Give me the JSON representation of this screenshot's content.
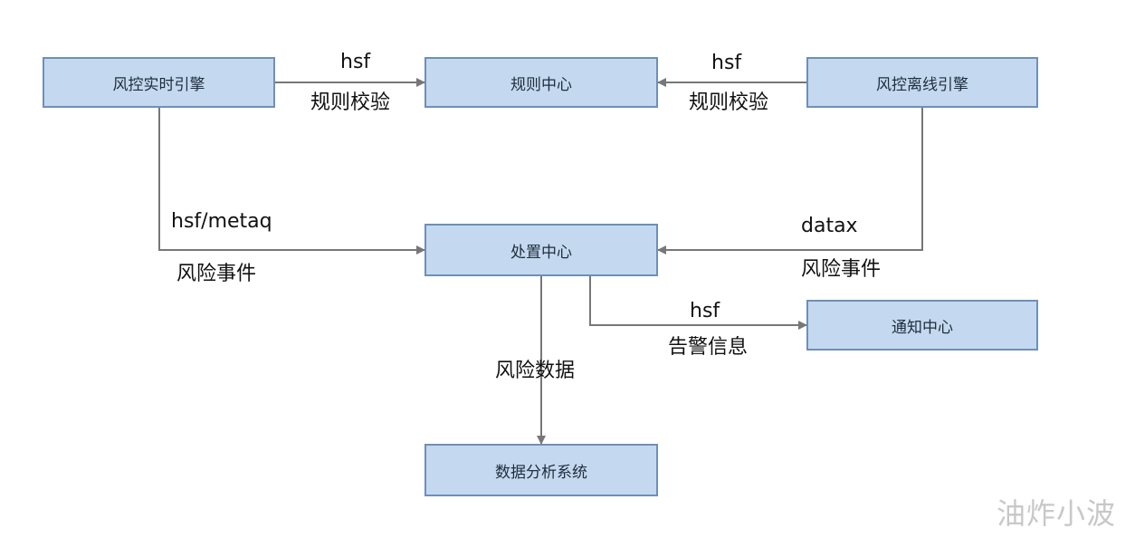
{
  "nodes": {
    "realtime_engine": "风控实时引擎",
    "rule_center": "规则中心",
    "offline_engine": "风控离线引擎",
    "process_center": "处置中心",
    "notify_center": "通知中心",
    "analysis_system": "数据分析系统"
  },
  "edges": {
    "realtime_to_rule": {
      "top": "hsf",
      "bottom": "规则校验"
    },
    "offline_to_rule": {
      "top": "hsf",
      "bottom": "规则校验"
    },
    "realtime_to_process": {
      "top": "hsf/metaq",
      "bottom": "风险事件"
    },
    "offline_to_process": {
      "top": "datax",
      "bottom": "风险事件"
    },
    "process_to_notify": {
      "top": "hsf",
      "bottom": "告警信息"
    },
    "process_to_analysis": {
      "label": "风险数据"
    }
  },
  "watermark": "油炸小波",
  "colors": {
    "box_fill": "#c4d9ef",
    "box_border": "#6f8fb6",
    "edge": "#777777"
  }
}
